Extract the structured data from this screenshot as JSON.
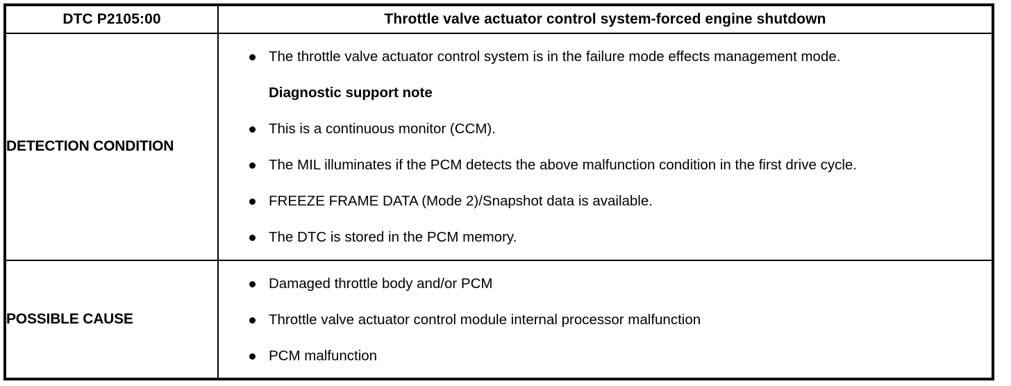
{
  "table": {
    "header": {
      "dtc_code": "DTC P2105:00",
      "dtc_title": "Throttle valve actuator control system-forced engine shutdown"
    },
    "rows": [
      {
        "label": "DETECTION CONDITION",
        "items": [
          {
            "kind": "bullet",
            "text": "The throttle valve actuator control system is in the failure mode effects management mode."
          },
          {
            "kind": "note",
            "text": "Diagnostic support note"
          },
          {
            "kind": "bullet",
            "text": "This is a continuous monitor (CCM)."
          },
          {
            "kind": "bullet",
            "text": "The MIL illuminates if the PCM detects the above malfunction condition in the first drive cycle."
          },
          {
            "kind": "bullet",
            "text": "FREEZE FRAME DATA (Mode 2)/Snapshot data is available."
          },
          {
            "kind": "bullet",
            "text": "The DTC is stored in the PCM memory."
          }
        ]
      },
      {
        "label": "POSSIBLE CAUSE",
        "items": [
          {
            "kind": "bullet",
            "text": "Damaged throttle body and/or PCM"
          },
          {
            "kind": "bullet",
            "text": "Throttle valve actuator control module internal processor malfunction"
          },
          {
            "kind": "bullet",
            "text": "PCM malfunction"
          }
        ]
      }
    ]
  },
  "colors": {
    "border": "#000000",
    "text": "#000000",
    "background": "#ffffff"
  }
}
